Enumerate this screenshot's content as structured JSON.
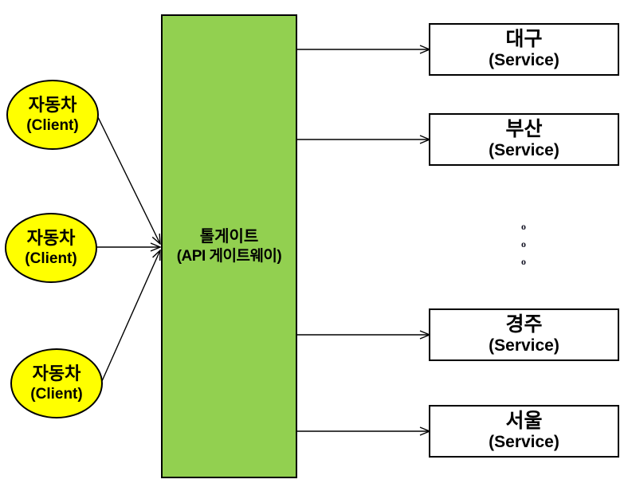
{
  "diagram": {
    "clients": [
      {
        "name": "자동차",
        "type": "(Client)"
      },
      {
        "name": "자동차",
        "type": "(Client)"
      },
      {
        "name": "자동차",
        "type": "(Client)"
      }
    ],
    "gateway": {
      "line1": "톨게이트",
      "line2": "(API 게이트웨이)"
    },
    "services": [
      {
        "name": "대구",
        "type": "(Service)"
      },
      {
        "name": "부산",
        "type": "(Service)"
      },
      {
        "name": "경주",
        "type": "(Service)"
      },
      {
        "name": "서울",
        "type": "(Service)"
      }
    ],
    "ellipsis_dots": [
      "o",
      "o",
      "o"
    ],
    "colors": {
      "client_fill": "#FFFF00",
      "gateway_fill": "#92D050",
      "service_fill": "#FFFFFF",
      "shape_border": "#000000",
      "arrow": "#000000",
      "background": "#FFFFFF"
    }
  }
}
